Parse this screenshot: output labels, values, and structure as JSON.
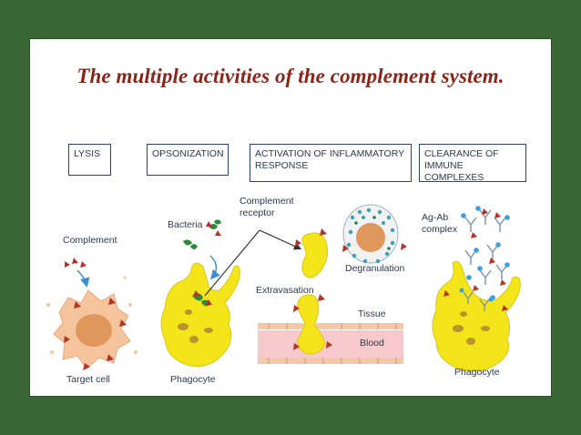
{
  "title": "The multiple activities of the complement system.",
  "boxes": {
    "lysis": "LYSIS",
    "opsonization": "OPSONIZATION",
    "inflammatory": "ACTIVATION OF INFLAMMATORY RESPONSE",
    "clearance": "CLEARANCE OF IMMUNE COMPLEXES"
  },
  "labels": {
    "complement": "Complement",
    "target_cell": "Target cell",
    "bacteria": "Bacteria",
    "phagocyte_1": "Phagocyte",
    "complement_receptor": "Complement receptor",
    "degranulation": "Degranulation",
    "extravasation": "Extravasation",
    "tissue": "Tissue",
    "blood": "Blood",
    "ag_ab_complex": "Ag-Ab complex",
    "phagocyte_2": "Phagocyte"
  },
  "colors": {
    "background": "#3a6535",
    "title": "#8b2417",
    "box_border": "#2e3d8a",
    "cell_yellow": "#f4e51a",
    "nucleus": "#e0975c",
    "complement_marker": "#b1352b",
    "bacteria": "#2f8b3c",
    "blood": "#f8c9cc"
  }
}
